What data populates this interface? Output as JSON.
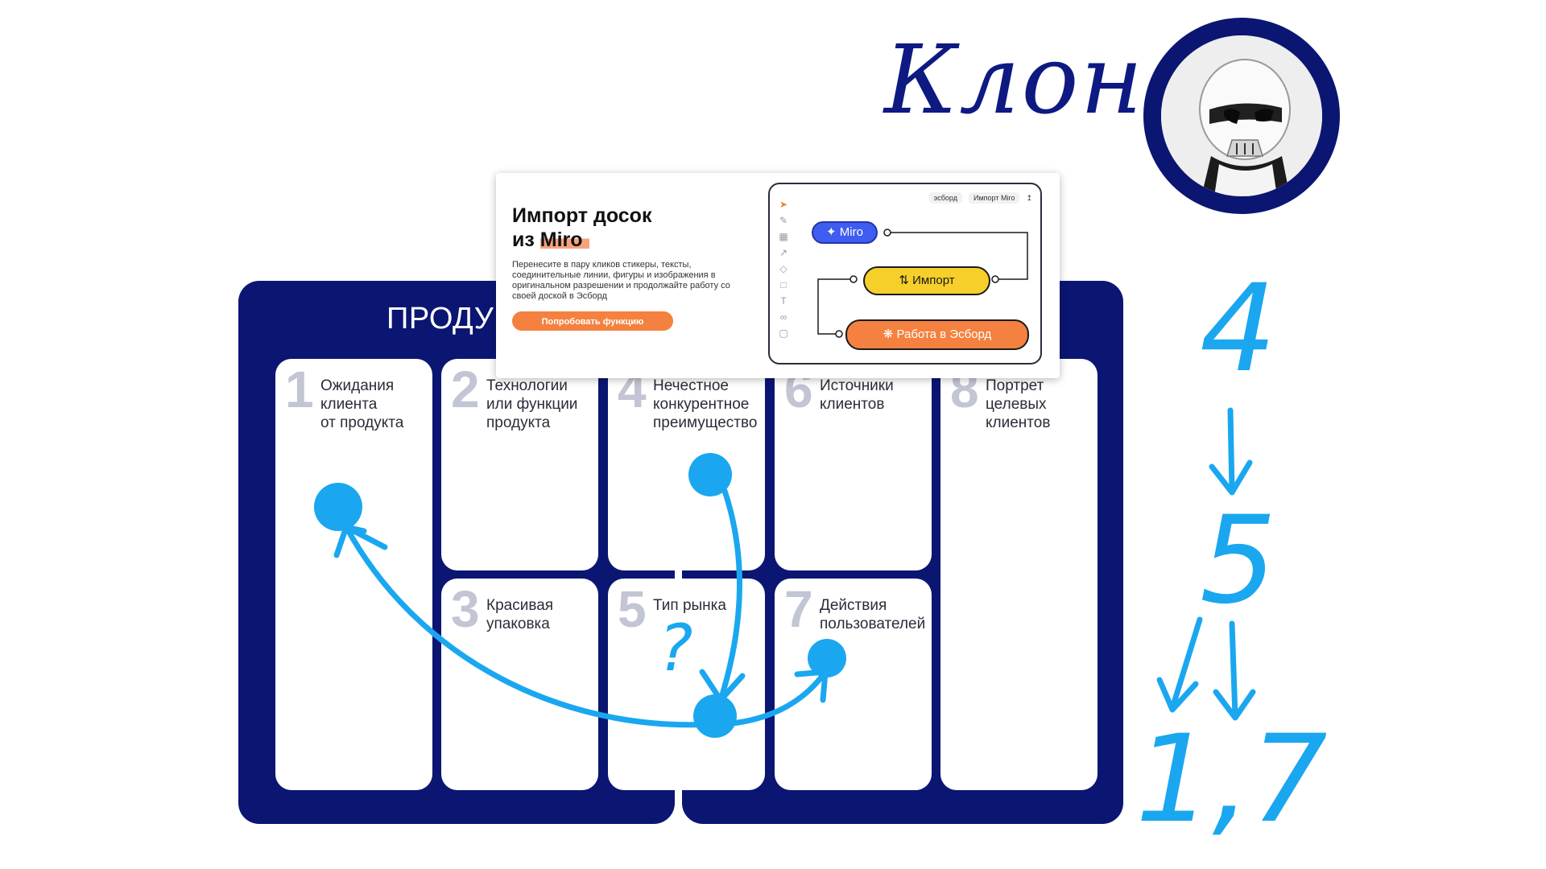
{
  "annotation": {
    "title": "Клон",
    "sequence": [
      "4",
      "5",
      "1,7"
    ],
    "question_mark": "?"
  },
  "board": {
    "title": "ПРОДУКТ",
    "cards": [
      {
        "num": "1",
        "label": "Ожидания\nклиента\nот продукта"
      },
      {
        "num": "2",
        "label": "Технологии\nили функции\nпродукта"
      },
      {
        "num": "3",
        "label": "Красивая\nупаковка"
      },
      {
        "num": "4",
        "label": "Нечестное\nконкурентное\nпреимущество"
      },
      {
        "num": "5",
        "label": "Тип рынка"
      },
      {
        "num": "6",
        "label": "Источники\nклиентов"
      },
      {
        "num": "7",
        "label": "Действия\nпользователей"
      },
      {
        "num": "8",
        "label": "Портрет\nцелевых\nклиентов"
      }
    ]
  },
  "import_card": {
    "heading_line1": "Импорт досок",
    "heading_prefix": "из ",
    "heading_highlight": "Miro",
    "description": "Перенесите в пару кликов стикеры, тексты, соединительные линии, фигуры и изображения в оригинальном разрешении и продолжайте работу со своей доской в Эсборд",
    "cta": "Попробовать функцию",
    "mock": {
      "tab_board": "эсборд",
      "tab_import": "Импорт Miro",
      "node_source": "Miro",
      "node_import": "Импорт",
      "node_target": "Работа в Эсборд"
    }
  },
  "colors": {
    "board_navy": "#0b1673",
    "annotation_blue": "#1aa7f0",
    "accent_orange": "#f4813f",
    "accent_yellow": "#f7cf2b",
    "miro_blue": "#3f5df0"
  },
  "icons": [
    "cursor-icon",
    "pen-icon",
    "frame-icon",
    "arrow-icon",
    "shapes-icon",
    "sticky-icon",
    "text-icon",
    "attach-icon",
    "crop-icon",
    "upload-icon",
    "sparkle-icon",
    "import-icon"
  ]
}
